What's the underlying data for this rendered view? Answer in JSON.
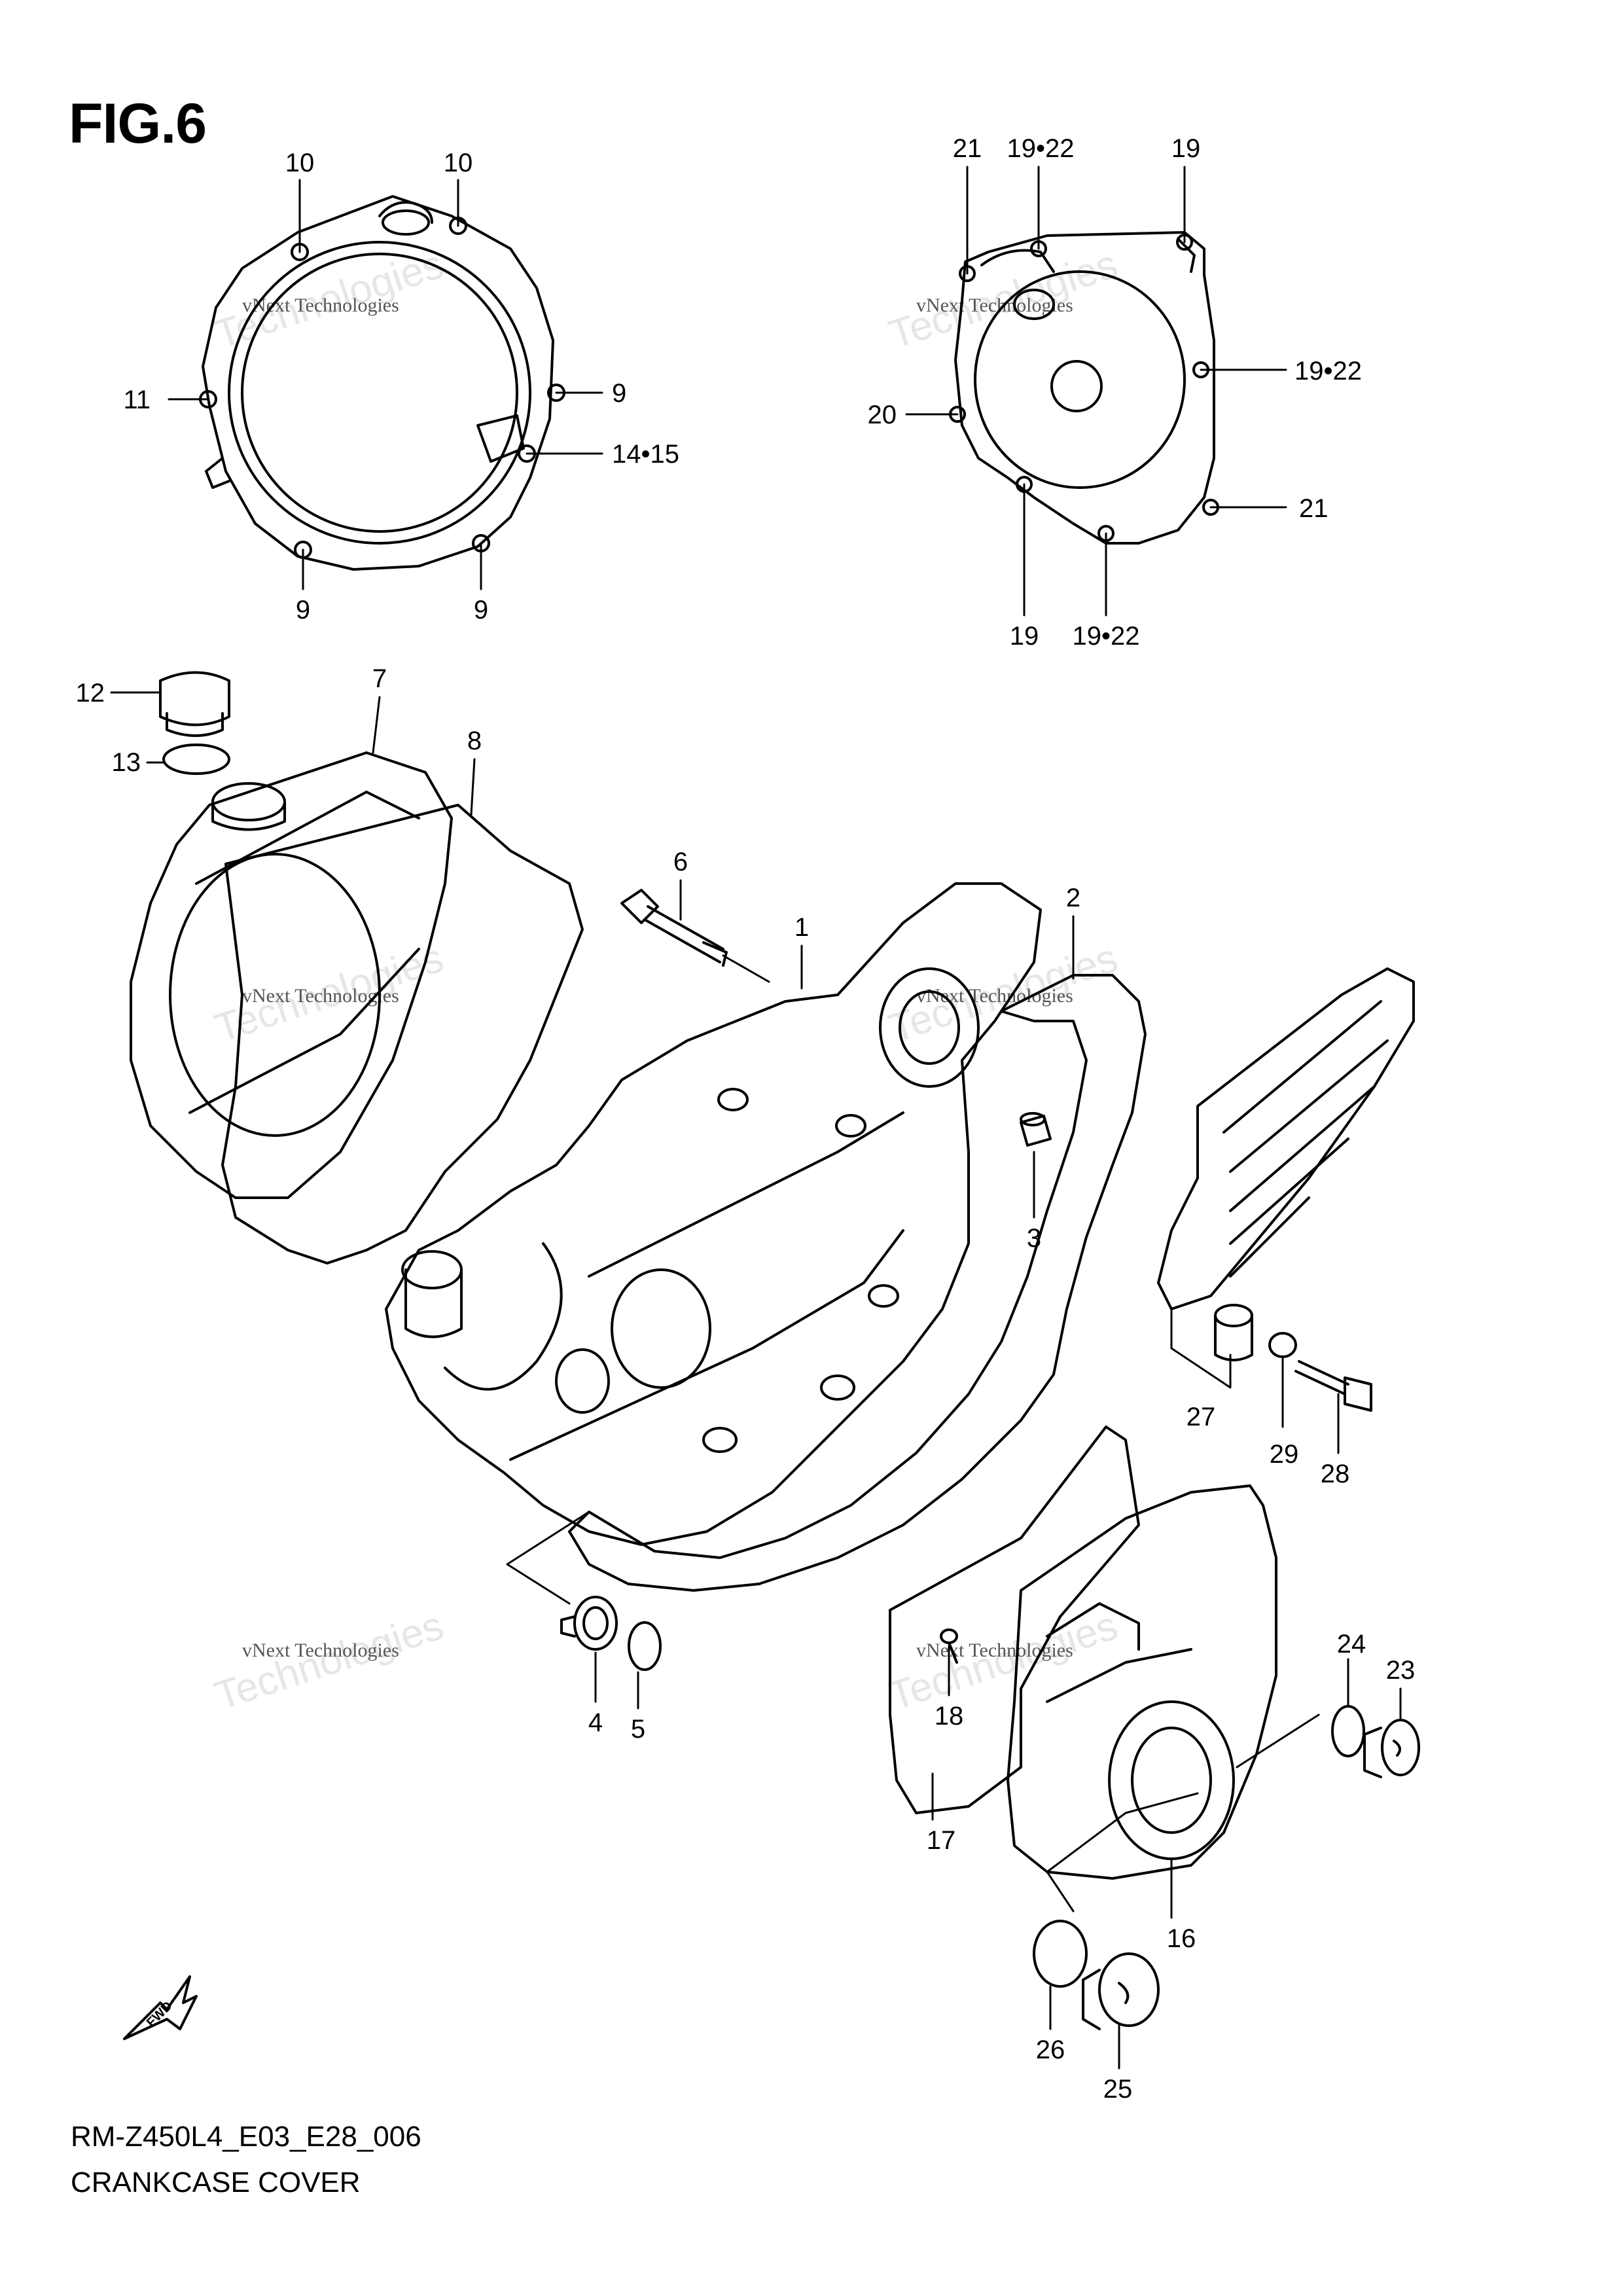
{
  "figure": {
    "title": "FIG.6",
    "model_code": "RM-Z450L4_E03_E28_006",
    "caption": "CRANKCASE COVER",
    "fwd_label": "FWD"
  },
  "watermark": {
    "small": "vNext Technologies",
    "large_a": "vNext",
    "large_b": "Technologies"
  },
  "callouts": {
    "c10a": "10",
    "c10b": "10",
    "c11": "11",
    "c9a": "9",
    "c9b": "9",
    "c9c": "9",
    "c14_15": "14•15",
    "c21a": "21",
    "c19_22a": "19•22",
    "c19a": "19",
    "c19_22b": "19•22",
    "c20": "20",
    "c21b": "21",
    "c19b": "19",
    "c19_22c": "19•22",
    "c12": "12",
    "c7": "7",
    "c13": "13",
    "c8": "8",
    "c6": "6",
    "c1": "1",
    "c2": "2",
    "c3": "3",
    "c27": "27",
    "c29": "29",
    "c28": "28",
    "c4": "4",
    "c5": "5",
    "c24": "24",
    "c23": "23",
    "c18": "18",
    "c17": "17",
    "c16": "16",
    "c26": "26",
    "c25": "25"
  }
}
